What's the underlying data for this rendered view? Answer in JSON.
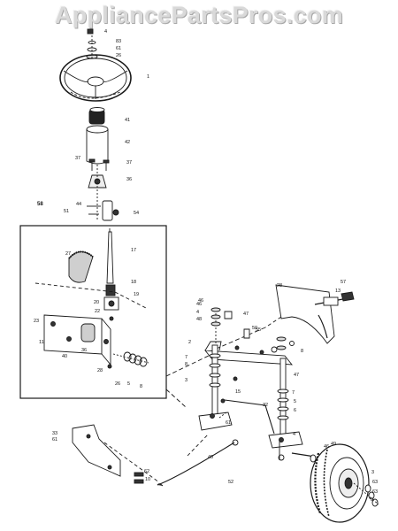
{
  "watermark": "AppliancePartsPros.com",
  "subassembly_callout": "58",
  "part_labels": [
    "4",
    "83",
    "61",
    "26",
    "1",
    "41",
    "42",
    "37",
    "37",
    "36",
    "44",
    "51",
    "54",
    "17",
    "27",
    "18",
    "19",
    "20",
    "22",
    "23",
    "11",
    "40",
    "36",
    "28",
    "26",
    "5",
    "8",
    "28",
    "13",
    "57",
    "46",
    "4",
    "47",
    "48",
    "2",
    "50",
    "7",
    "8",
    "3",
    "15",
    "8",
    "47",
    "7",
    "5",
    "6",
    "55",
    "61",
    "40",
    "4",
    "32",
    "49",
    "3",
    "46",
    "63",
    "3",
    "33",
    "61",
    "62",
    "10",
    "52",
    "63",
    "46"
  ]
}
